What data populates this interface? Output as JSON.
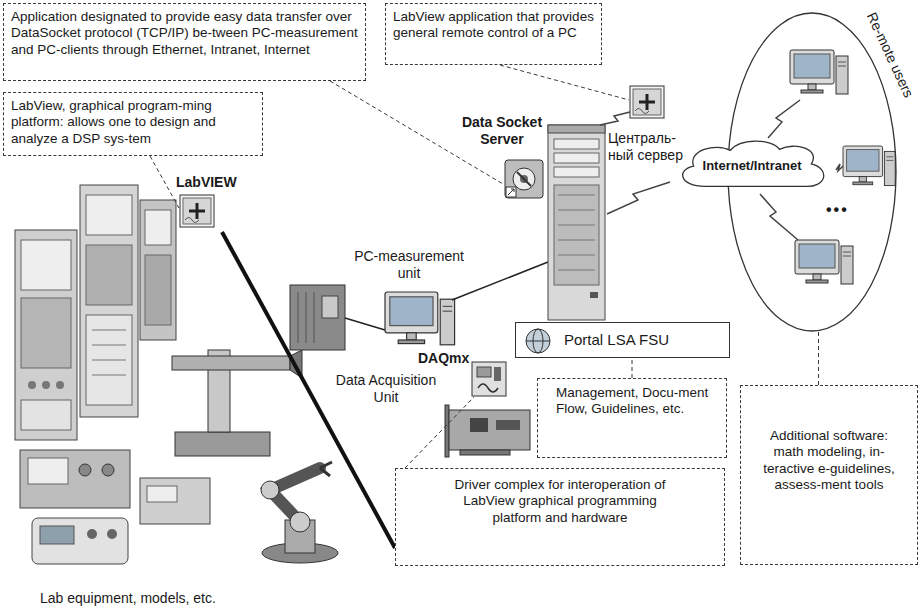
{
  "diagram": {
    "nodes": [
      {
        "text": [
          "Application designated to provide easy data transfer over DataSocket protocol (TCP/IP) be-tween PC-measurement and PC-clients through Ethernet, Intranet, Internet"
        ]
      },
      {
        "text": [
          "LabView application that provides general remote control of a PC"
        ]
      },
      {
        "text": [
          "Re-mote users"
        ]
      },
      {
        "text": [
          "LabView, graphical program-ming platform: allows one to design and analyze a DSP sys-tem"
        ]
      },
      {
        "text": [
          "Internet/Intranet"
        ]
      },
      {
        "text": [
          "Portal LSA FSU"
        ]
      },
      {
        "text": [
          "Management, Docu-ment Flow, Guidelines, etc."
        ]
      },
      {
        "text": [
          "Additional software: math modeling, in-teractive e-guidelines, assess-ment tools"
        ]
      },
      {
        "text": [
          "Driver complex for interoperation of LabView graphical programming platform and hardware"
        ]
      }
    ],
    "edges": [
      {
        "from": 6,
        "to": 5,
        "arrow": "none"
      },
      {
        "from": 7,
        "to": 2,
        "arrow": "none"
      }
    ],
    "labels": [
      "Data Socket Server",
      "LabVIEW",
      "Централь-ный сервер",
      "PC-measurement unit",
      "Data Acquisition Unit",
      "DAQmx",
      "Lab equipment, models, etc.",
      "•••"
    ]
  }
}
